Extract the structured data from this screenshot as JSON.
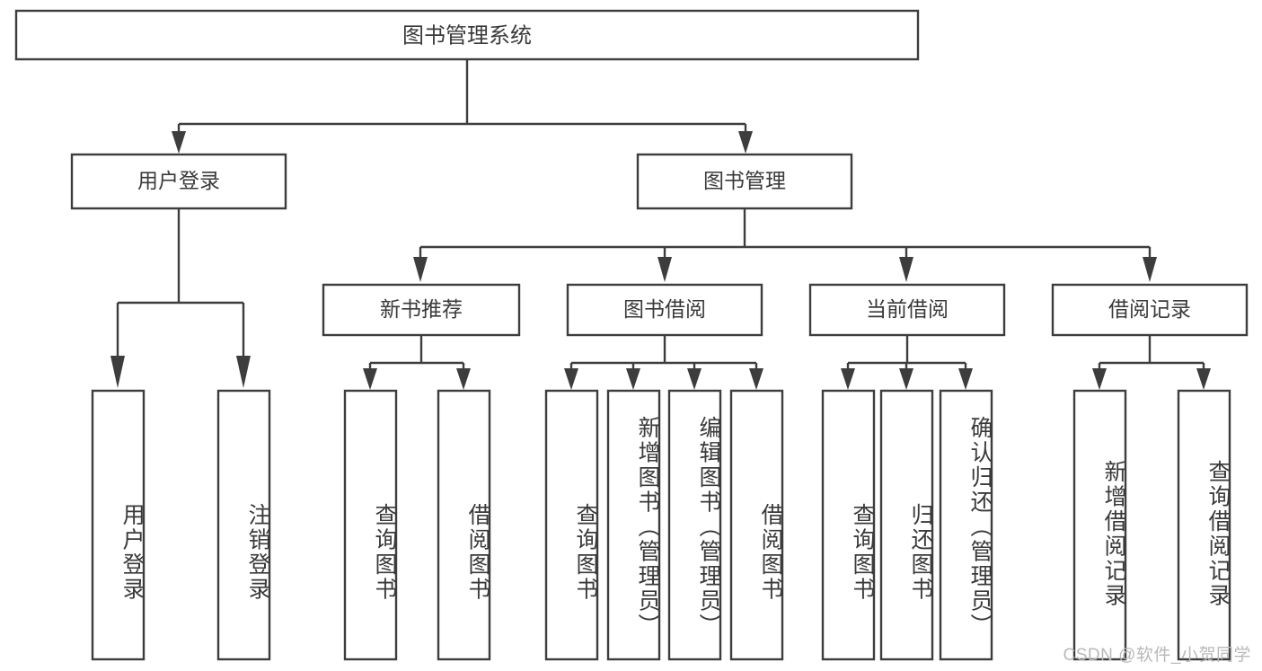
{
  "diagram": {
    "title": "图书管理系统",
    "type": "hierarchy-tree",
    "watermark": "CSDN @软件_小贺同学",
    "colors": {
      "stroke": "#3d3d3d",
      "box_fill": "#ffffff",
      "text": "#3a3a3a",
      "watermark": "#b9b9b9",
      "background": "#ffffff"
    },
    "root": {
      "label": "图书管理系统"
    },
    "level2": [
      {
        "label": "用户登录"
      },
      {
        "label": "图书管理"
      }
    ],
    "level3": [
      {
        "label": "新书推荐"
      },
      {
        "label": "图书借阅"
      },
      {
        "label": "当前借阅"
      },
      {
        "label": "借阅记录"
      }
    ],
    "leaves": {
      "user_login": [
        {
          "label": "用户登录"
        },
        {
          "label": "注销登录"
        }
      ],
      "new_book": [
        {
          "label": "查询图书"
        },
        {
          "label": "借阅图书"
        }
      ],
      "book_borrow": [
        {
          "label": "查询图书"
        },
        {
          "label": "新增图书（管理员）"
        },
        {
          "label": "编辑图书（管理员）"
        },
        {
          "label": "借阅图书"
        }
      ],
      "current_borrow": [
        {
          "label": "查询图书"
        },
        {
          "label": "归还图书"
        },
        {
          "label": "确认归还（管理员）"
        }
      ],
      "borrow_record": [
        {
          "label": "新增借阅记录"
        },
        {
          "label": "查询借阅记录"
        }
      ]
    }
  }
}
